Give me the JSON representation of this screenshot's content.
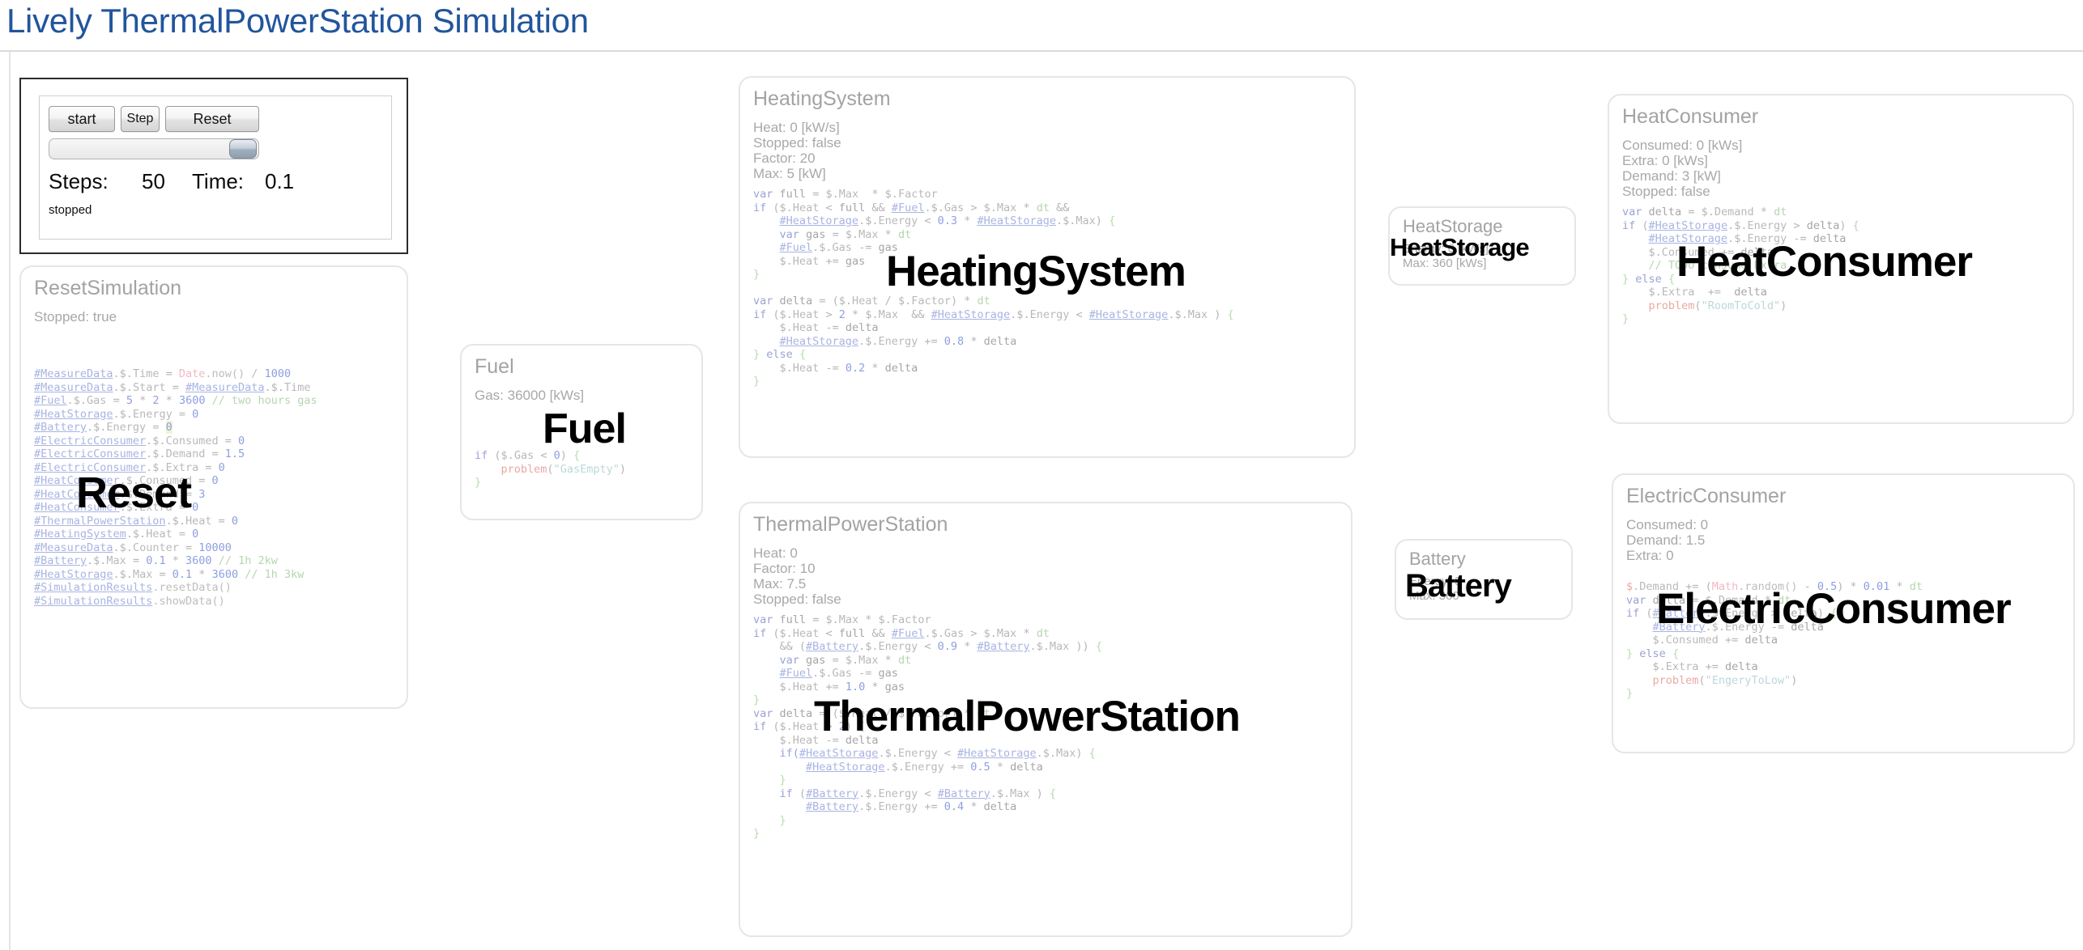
{
  "page": {
    "title": "Lively ThermalPowerStation Simulation",
    "title_color": "#22559c"
  },
  "control_panel": {
    "buttons": [
      {
        "label": "start"
      },
      {
        "label": "Step"
      },
      {
        "label": "Reset"
      }
    ],
    "slider": {
      "value_percent": 94
    },
    "steps_label": "Steps:",
    "steps_value": "50",
    "time_label": "Time:",
    "time_value": "0.1",
    "status": "stopped"
  },
  "panels": {
    "reset_simulation": {
      "title": "ResetSimulation",
      "fields": [
        "Stopped: true"
      ],
      "overlay": "Reset",
      "code": [
        "#MeasureData.$.Time = Date.now() / 1000",
        "#MeasureData.$.Start = #MeasureData.$.Time",
        "#Fuel.$.Gas = 5 * 2 * 3600 // two hours gas",
        "#HeatStorage.$.Energy = 0",
        "#Battery.$.Energy = 0",
        "#ElectricConsumer.$.Consumed = 0",
        "#ElectricConsumer.$.Demand = 1.5",
        "#ElectricConsumer.$.Extra = 0",
        "#HeatConsumer.$.Consumed = 0",
        "#HeatConsumer.$.Demand = 3",
        "#HeatConsumer.$.Extra = 0",
        "#ThermalPowerStation.$.Heat = 0",
        "#HeatingSystem.$.Heat = 0",
        "#MeasureData.$.Counter = 10000",
        "#Battery.$.Max = 0.1 * 3600 // 1h 2kw",
        "#HeatStorage.$.Max = 0.1 * 3600 // 1h 3kw",
        "#SimulationResults.resetData()",
        "#SimulationResults.showData()"
      ]
    },
    "fuel": {
      "title": "Fuel",
      "fields": [
        "Gas: 36000 [kWs]"
      ],
      "overlay": "Fuel",
      "code": [
        "if ($.Gas < 0) {",
        "    problem(\"GasEmpty\")",
        "}"
      ]
    },
    "heating_system": {
      "title": "HeatingSystem",
      "fields": [
        "Heat: 0 [kW/s]",
        "Stopped: false",
        "Factor: 20",
        "Max: 5 [kW]"
      ],
      "overlay": "HeatingSystem",
      "code": [
        "var full = $.Max  * $.Factor",
        "if ($.Heat < full && #Fuel.$.Gas > $.Max * dt &&",
        "    #HeatStorage.$.Energy < 0.3 * #HeatStorage.$.Max) {",
        "    var gas = $.Max * dt",
        "    #Fuel.$.Gas -= gas",
        "    $.Heat += gas",
        "}",
        "",
        "var delta = ($.Heat / $.Factor) * dt",
        "if ($.Heat > 2 * $.Max  && #HeatStorage.$.Energy < #HeatStorage.$.Max ) {",
        "    $.Heat -= delta",
        "    #HeatStorage.$.Energy += 0.8 * delta",
        "} else {",
        "    $.Heat -= 0.2 * delta",
        "}"
      ]
    },
    "thermal_power_station": {
      "title": "ThermalPowerStation",
      "fields": [
        "Heat: 0",
        "Factor: 10",
        "Max: 7.5",
        "Stopped: false"
      ],
      "overlay": "ThermalPowerStation",
      "code": [
        "var full = $.Max * $.Factor",
        "if ($.Heat < full && #Fuel.$.Gas > $.Max * dt",
        "    && (#Battery.$.Energy < 0.9 * #Battery.$.Max )) {",
        "    var gas = $.Max * dt",
        "    #Fuel.$.Gas -= gas",
        "    $.Heat += 1.0 * gas",
        "}",
        "var delta = ($.Heat / $.Factor) * dt",
        "if ($.Heat > 2) {",
        "    $.Heat -= delta",
        "    if(#HeatStorage.$.Energy < #HeatStorage.$.Max) {",
        "        #HeatStorage.$.Energy += 0.5 * delta",
        "    }",
        "    if (#Battery.$.Energy < #Battery.$.Max ) {",
        "        #Battery.$.Energy += 0.4 * delta",
        "    }",
        "}"
      ]
    },
    "heat_storage": {
      "title": "HeatStorage",
      "fields": [
        "Energy: 0 [kWs]",
        "Max: 360 [kWs]"
      ],
      "overlay": "HeatStorage",
      "code": []
    },
    "battery": {
      "title": "Battery",
      "fields": [
        "Energy: 0",
        "Max: 360"
      ],
      "overlay": "Battery",
      "code": []
    },
    "heat_consumer": {
      "title": "HeatConsumer",
      "fields": [
        "Consumed: 0 [kWs]",
        "Extra: 0 [kWs]",
        "Demand: 3 [kW]",
        "Stopped: false"
      ],
      "overlay": "HeatConsumer",
      "code": [
        "var delta = $.Demand * dt",
        "if (#HeatStorage.$.Energy > delta) {",
        "    #HeatStorage.$.Energy -= delta",
        "    $.Consumed += delta",
        "    // TODO consume Extra",
        "} else {",
        "    $.Extra  +=  delta",
        "    problem(\"RoomToCold\")",
        "}"
      ]
    },
    "electric_consumer": {
      "title": "ElectricConsumer",
      "fields": [
        "Consumed: 0",
        "Demand: 1.5",
        "Extra: 0"
      ],
      "overlay": "ElectricConsumer",
      "code": [
        "$.Demand += (Math.random() - 0.5) * 0.01 * dt",
        "var delta = $.Demand * dt",
        "if (#Battery.$.Energy > delta) {",
        "    #Battery.$.Energy -= delta",
        "    $.Consumed += delta",
        "} else {",
        "    $.Extra += delta",
        "    problem(\"EngeryToLow\")",
        "}"
      ]
    }
  }
}
